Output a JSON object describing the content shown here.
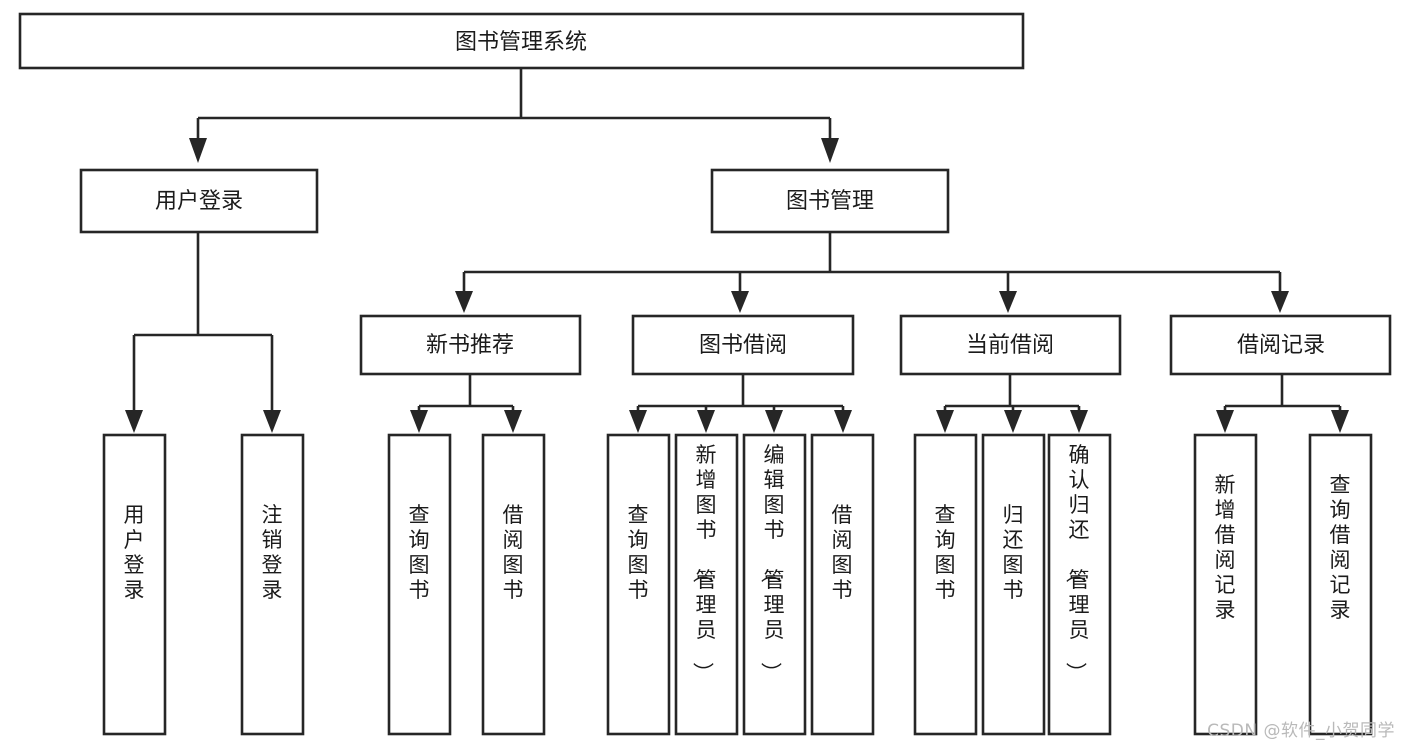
{
  "diagram": {
    "title": "图书管理系统",
    "type": "tree",
    "watermark": "CSDN @软件_小贺同学",
    "colors": {
      "stroke": "#262626",
      "fill": "#ffffff",
      "text": "#1b1b1b",
      "watermark": "#b9b9b9"
    },
    "nodes": {
      "root": {
        "label": "图书管理系统"
      },
      "level2": [
        {
          "id": "user-login",
          "label": "用户登录"
        },
        {
          "id": "book-manage",
          "label": "图书管理"
        }
      ],
      "level3": [
        {
          "id": "new-book-recommend",
          "label": "新书推荐"
        },
        {
          "id": "book-borrow",
          "label": "图书借阅"
        },
        {
          "id": "current-borrow",
          "label": "当前借阅"
        },
        {
          "id": "borrow-record",
          "label": "借阅记录"
        }
      ],
      "leaves": [
        {
          "id": "leaf-user-login",
          "label": "用户登录",
          "parent": "user-login"
        },
        {
          "id": "leaf-logout",
          "label": "注销登录",
          "parent": "user-login"
        },
        {
          "id": "leaf-query-book-1",
          "label": "查询图书",
          "parent": "new-book-recommend"
        },
        {
          "id": "leaf-borrow-book-1",
          "label": "借阅图书",
          "parent": "new-book-recommend"
        },
        {
          "id": "leaf-query-book-2",
          "label": "查询图书",
          "parent": "book-borrow"
        },
        {
          "id": "leaf-add-book",
          "label": "新增图书（管理员）",
          "parent": "book-borrow"
        },
        {
          "id": "leaf-edit-book",
          "label": "编辑图书（管理员）",
          "parent": "book-borrow"
        },
        {
          "id": "leaf-borrow-book-2",
          "label": "借阅图书",
          "parent": "book-borrow"
        },
        {
          "id": "leaf-query-book-3",
          "label": "查询图书",
          "parent": "current-borrow"
        },
        {
          "id": "leaf-return-book",
          "label": "归还图书",
          "parent": "current-borrow"
        },
        {
          "id": "leaf-confirm-return",
          "label": "确认归还（管理员）",
          "parent": "current-borrow"
        },
        {
          "id": "leaf-add-record",
          "label": "新增借阅记录",
          "parent": "borrow-record"
        },
        {
          "id": "leaf-query-record",
          "label": "查询借阅记录",
          "parent": "borrow-record"
        }
      ]
    }
  }
}
